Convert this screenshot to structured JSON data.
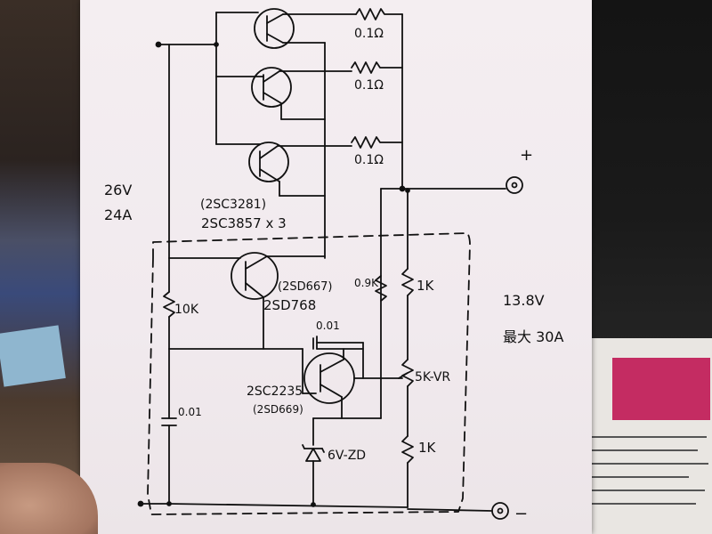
{
  "diagram": {
    "labels": {
      "resistor_top1": "0.1Ω",
      "resistor_top2": "0.1Ω",
      "resistor_top3": "0.1Ω",
      "input_voltage": "26V",
      "input_current": "24A",
      "transistor_alt": "(2SC3281)",
      "transistor_main": "2SC3857 x 3",
      "resistor_10k": "10K",
      "driver_alt": "(2SD667)",
      "driver_main": "2SD768",
      "cap_001_top": "0.01",
      "resistor_09k": "0.9K",
      "resistor_1k_top": "1K",
      "output_voltage": "13.8V",
      "output_current": "最大 30A",
      "control_transistor": "2SC2235",
      "control_alt": "(2SD669)",
      "vr": "5K-VR",
      "cap_001_left": "0.01",
      "zener": "6V-ZD",
      "resistor_1k_bottom": "1K",
      "terminal_plus": "+",
      "terminal_minus": "−"
    }
  }
}
